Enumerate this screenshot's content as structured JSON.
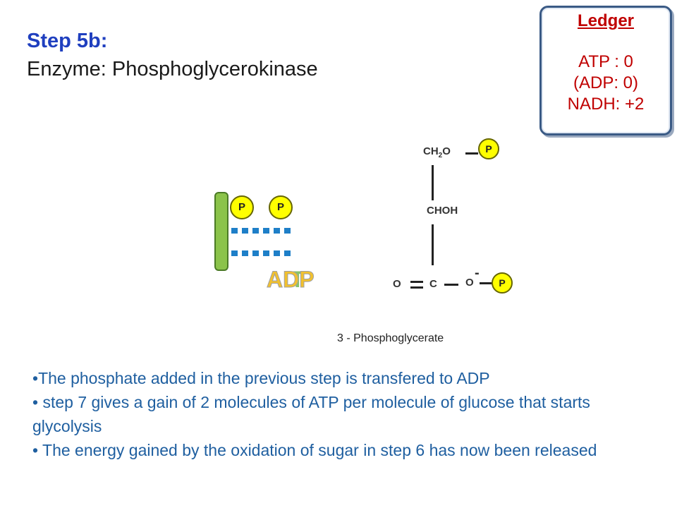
{
  "header": {
    "step": "Step 5b:",
    "enzyme": "Enzyme: Phosphoglycerokinase"
  },
  "ledger": {
    "heading": "Ledger",
    "atp": "ATP : 0",
    "adp": "(ADP: 0)",
    "nadh": "NADH: +2"
  },
  "diagram": {
    "phosphate_label": "P",
    "adp_label": "ADP",
    "ch2o": "CH",
    "ch2o_sub": "2",
    "ch2o_tail": "O",
    "choh": "CHOH",
    "oxygen_double": "O",
    "carbon": "C",
    "oxygen_minus": "O",
    "minus_sign": "-",
    "caption": "3 - Phosphoglycerate"
  },
  "bullets": [
    "The phosphate added in the previous step is transfered to ADP",
    " step 7 gives a gain of 2 molecules of ATP per molecule of glucose that starts glycolysis",
    " The energy gained by the oxidation of sugar in step 6 has now been released"
  ],
  "colors": {
    "title_accent": "#1f3fbf",
    "ledger_text": "#c00000",
    "phosphate_fill": "#ffff00",
    "carrier_bar": "#8bc34a",
    "bond_dots": "#1e7fc8",
    "bullet_text": "#1f5fa0"
  }
}
